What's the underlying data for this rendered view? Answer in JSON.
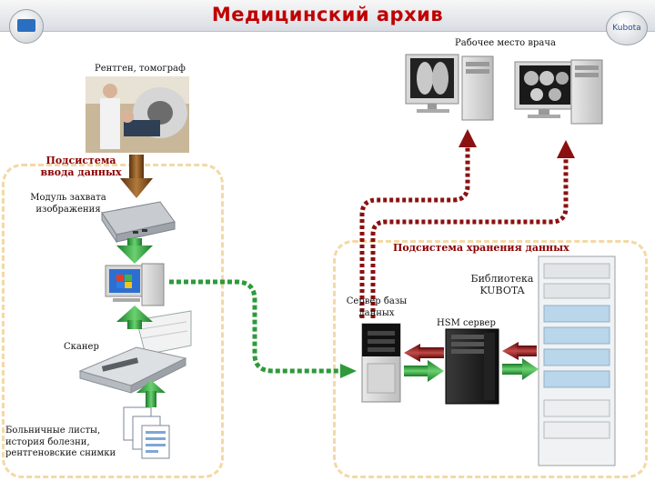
{
  "title": "Медицинский архив",
  "logo_right_text": "Kubota",
  "labels": {
    "workstation": "Рабочее место врача",
    "xray": "Рентген, томограф",
    "input_subsystem": "Подсистема ввода данных",
    "capture_module": "Модуль захвата изображения",
    "scanner": "Сканер",
    "documents": "Больничные листы, история болезни, рентгеновские снимки",
    "storage_subsystem": "Подсистема хранения данных",
    "db_server": "Сервер базы данных",
    "library": "Библиотека KUBOTA",
    "hsm_server": "HSM сервер"
  },
  "colors": {
    "title": "#c00000",
    "dashed_border": "#f3d9a6",
    "arrow_red": "#8b1010",
    "arrow_green": "#2e9a3a",
    "arrow_brown": "#7a4a1a"
  }
}
